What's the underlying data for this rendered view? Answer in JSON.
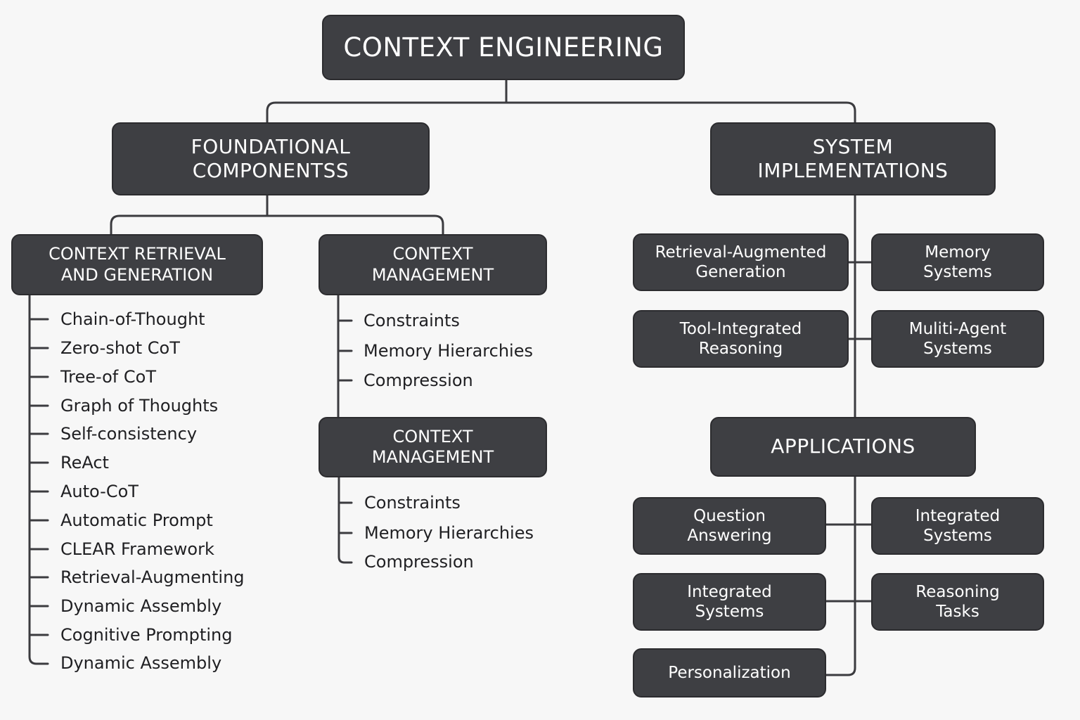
{
  "title": "CONTEXT ENGINEERING",
  "branches": {
    "foundational": {
      "title": "FOUNDATIONAL\nCOMPONENTSS",
      "retrieval": {
        "title": "CONTEXT RETRIEVAL\nAND GENERATION",
        "items": [
          "Chain-of-Thought",
          "Zero-shot CoT",
          "Tree-of CoT",
          "Graph of Thoughts",
          "Self-consistency",
          "ReAct",
          "Auto-CoT",
          "Automatic Prompt",
          "CLEAR Framework",
          "Retrieval-Augmenting",
          "Dynamic Assembly",
          "Cognitive Prompting",
          "Dynamic Assembly"
        ]
      },
      "management_1": {
        "title": "CONTEXT\nMANAGEMENT",
        "items": [
          "Constraints",
          "Memory Hierarchies",
          "Compression"
        ]
      },
      "management_2": {
        "title": "CONTEXT\nMANAGEMENT",
        "items": [
          "Constraints",
          "Memory Hierarchies",
          "Compression"
        ]
      }
    },
    "system": {
      "title": "SYSTEM\nIMPLEMENTATIONS",
      "items": [
        "Retrieval-Augmented\nGeneration",
        "Memory\nSystems",
        "Tool-Integrated\nReasoning",
        "Muliti-Agent\nSystems"
      ]
    },
    "applications": {
      "title": "APPLICATIONS",
      "items": [
        "Question\nAnswering",
        "Integrated\nSystems",
        "Integrated\nSystems",
        "Reasoning\nTasks",
        "Personalization"
      ]
    }
  },
  "colors": {
    "box": "#3e3f43",
    "line": "#3b3b3f",
    "background": "#f7f7f7",
    "text": "#1f1f22"
  }
}
